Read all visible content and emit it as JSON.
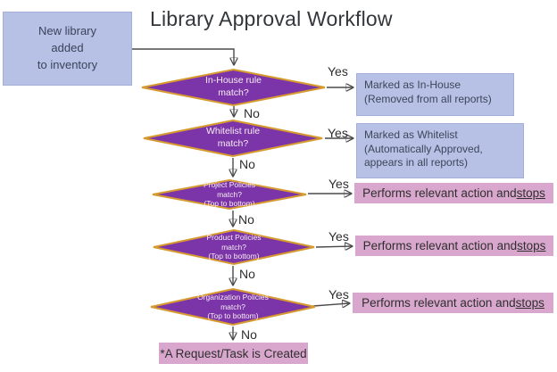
{
  "title": "Library Approval Workflow",
  "start": {
    "lines": [
      "New library",
      "added",
      "to inventory"
    ]
  },
  "labels": {
    "yes": "Yes",
    "no": "No"
  },
  "decisions": [
    {
      "lines": [
        "In-House rule",
        "match?"
      ]
    },
    {
      "lines": [
        "Whitelist rule",
        "match?"
      ]
    },
    {
      "lines": [
        "Project Policies",
        "match?",
        "(Top to bottom)"
      ]
    },
    {
      "lines": [
        "Product Policies",
        "match?",
        "(Top to bottom)"
      ]
    },
    {
      "lines": [
        "Organization Policies",
        "match?",
        "(Top to bottom)"
      ]
    }
  ],
  "outcomes": {
    "in_house": {
      "lines": [
        "Marked as In-House",
        "(Removed from all reports)"
      ]
    },
    "whitelist": {
      "lines": [
        "Marked as Whitelist",
        "(Automatically Approved,",
        "appears in all reports)"
      ]
    },
    "action": {
      "prefix": "Performs relevant action and ",
      "underlined": "stops"
    }
  },
  "end": {
    "label": "*A Request/Task is Created"
  },
  "colors": {
    "diamond_fill": "#7b35a8",
    "diamond_border": "#d79a2f",
    "info_box": "#b7c1e6",
    "info_border": "#a5b0da",
    "action_box": "#d9a7cd",
    "connector": "#4a4a4a"
  }
}
